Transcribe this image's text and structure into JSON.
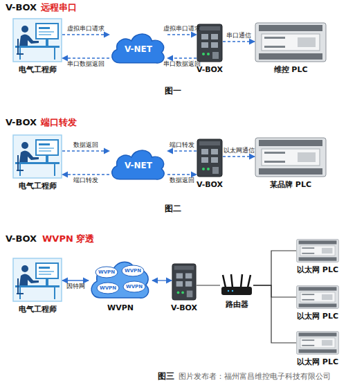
{
  "diagram": {
    "nodes": [
      {
        "text": [
          "电气工程师"
        ]
      },
      {
        "text": [
          "V-NET"
        ]
      },
      {
        "text": [
          "V-BOX"
        ]
      },
      {
        "text": [
          "维控 PLC"
        ]
      },
      {
        "text": [
          "电气工程师"
        ]
      },
      {
        "text": [
          "V-NET"
        ]
      },
      {
        "text": [
          "V-BOX"
        ]
      },
      {
        "text": [
          "某品牌 PLC"
        ]
      },
      {
        "text": [
          "电气工程师"
        ]
      },
      {
        "text": [
          "WVPN"
        ]
      },
      {
        "text": [
          "V-BOX"
        ]
      },
      {
        "text": [
          "路由器"
        ]
      },
      {
        "text": [
          "以太网 PLC"
        ]
      },
      {
        "text": [
          "以太网 PLC"
        ]
      },
      {
        "text": [
          "以太网 PLC"
        ]
      }
    ],
    "edges": [
      {
        "from": 0,
        "to": 1,
        "label": "虚拟串口请求",
        "arrow": "to"
      },
      {
        "from": 1,
        "to": 0,
        "label": "串口数据返回",
        "arrow": "to"
      },
      {
        "from": 1,
        "to": 2,
        "label": "虚拟串口请求",
        "arrow": "to"
      },
      {
        "from": 2,
        "to": 1,
        "label": "串口数据返回",
        "arrow": "to"
      },
      {
        "from": 2,
        "to": 3,
        "label": "串口通信",
        "arrow": "to"
      },
      {
        "from": 4,
        "to": 5,
        "label": "数据返回",
        "arrow": "to"
      },
      {
        "from": 5,
        "to": 4,
        "label": "端口转发",
        "arrow": "to"
      },
      {
        "from": 6,
        "to": 5,
        "label": "端口转发",
        "arrow": "to"
      },
      {
        "from": 5,
        "to": 6,
        "label": "数据返回",
        "arrow": "to"
      },
      {
        "from": 6,
        "to": 7,
        "label": "以太网通信",
        "arrow": "to"
      },
      {
        "from": 8,
        "to": 9,
        "label": "因特网",
        "arrow": "both"
      },
      {
        "from": 9,
        "to": 10,
        "arrow": "both"
      },
      {
        "from": 10,
        "to": 11,
        "arrow": "none"
      },
      {
        "from": 11,
        "to": 12,
        "arrow": "none"
      },
      {
        "from": 11,
        "to": 13,
        "arrow": "none"
      },
      {
        "from": 11,
        "to": 14,
        "arrow": "none"
      }
    ],
    "labels": [
      "V-BOX",
      "远程串口",
      "图一",
      "V-BOX",
      "端口转发",
      "图二",
      "V-BOX",
      "WVPN 穿透",
      "图三",
      "WVPN",
      "WVPN",
      "WVPN",
      "WVPN",
      "图片发布者：福州富昌维控电子科技有限公司"
    ]
  }
}
